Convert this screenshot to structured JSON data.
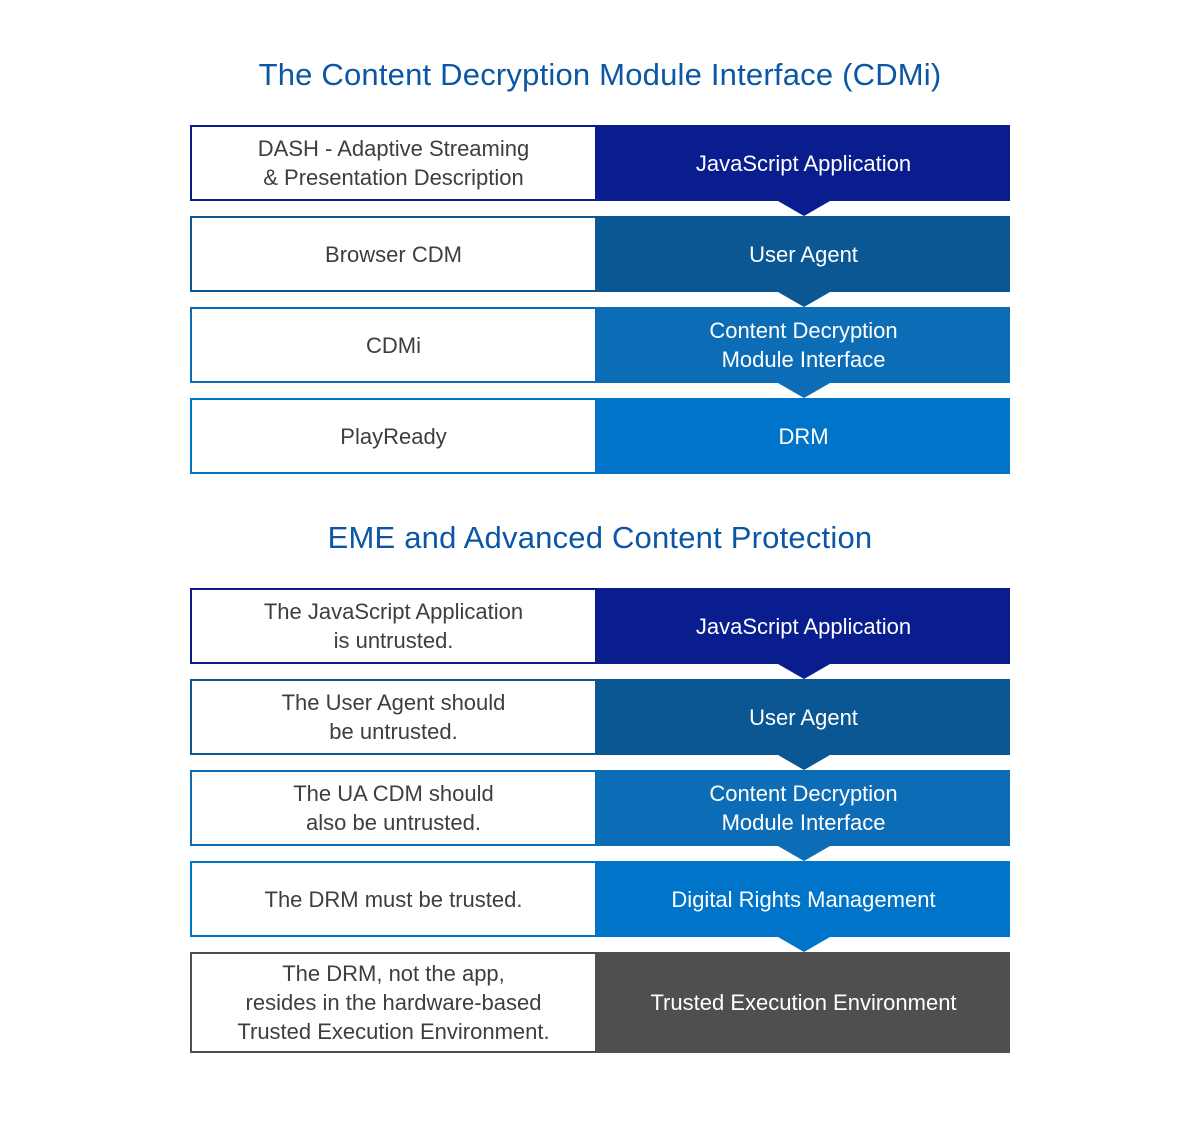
{
  "page": {
    "background": "#ffffff",
    "left_text_color": "#3E3E3E",
    "right_text_color": "#ffffff"
  },
  "sections": [
    {
      "title": "The Content Decryption Module Interface (CDMi)",
      "title_color": "#0C57A5",
      "rows": [
        {
          "left_lines": [
            "DASH - Adaptive Streaming",
            "& Presentation Description"
          ],
          "right_lines": [
            "JavaScript Application"
          ],
          "accent": "#0A1D8F",
          "arrow": true
        },
        {
          "left_lines": [
            "Browser CDM"
          ],
          "right_lines": [
            "User Agent"
          ],
          "accent": "#0A5794",
          "arrow": true
        },
        {
          "left_lines": [
            "CDMi"
          ],
          "right_lines": [
            "Content Decryption",
            "Module Interface"
          ],
          "accent": "#0C6CB5",
          "arrow": true
        },
        {
          "left_lines": [
            "PlayReady"
          ],
          "right_lines": [
            "DRM"
          ],
          "accent": "#0074C8",
          "arrow": false
        }
      ]
    },
    {
      "title": "EME and Advanced Content Protection",
      "title_color": "#0C57A5",
      "rows": [
        {
          "left_lines": [
            "The JavaScript Application",
            "is untrusted."
          ],
          "right_lines": [
            "JavaScript Application"
          ],
          "accent": "#0A1D8F",
          "arrow": true
        },
        {
          "left_lines": [
            "The User Agent should",
            "be untrusted."
          ],
          "right_lines": [
            "User Agent"
          ],
          "accent": "#0A5794",
          "arrow": true
        },
        {
          "left_lines": [
            "The UA CDM should",
            "also be untrusted."
          ],
          "right_lines": [
            "Content Decryption",
            "Module Interface"
          ],
          "accent": "#0C6CB5",
          "arrow": true
        },
        {
          "left_lines": [
            "The DRM must be trusted."
          ],
          "right_lines": [
            "Digital Rights Management"
          ],
          "accent": "#0074C8",
          "arrow": true
        },
        {
          "left_lines": [
            "The DRM, not the app,",
            "resides in the hardware-based",
            "Trusted Execution Environment."
          ],
          "right_lines": [
            "Trusted Execution Environment"
          ],
          "accent": "#4F4F4F",
          "arrow": false,
          "tall": true
        }
      ]
    }
  ]
}
